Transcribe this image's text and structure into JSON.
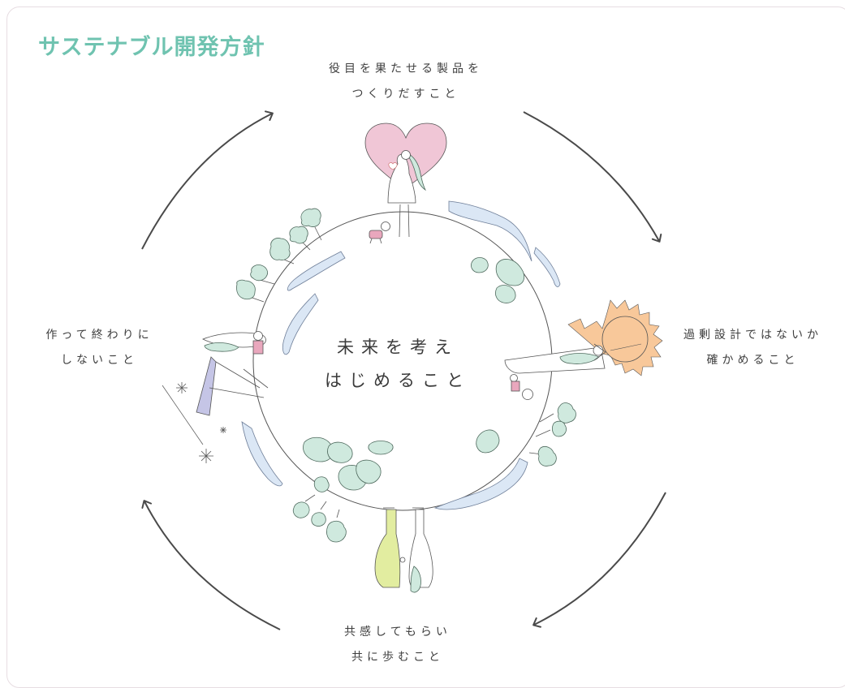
{
  "title": "サステナブル開発方針",
  "center": {
    "line1": "未来を考え",
    "line2": "はじめること"
  },
  "steps": {
    "top": {
      "line1": "役目を果たせる製品を",
      "line2": "つくりだすこと"
    },
    "right": {
      "line1": "過剰設計ではないか",
      "line2": "確かめること"
    },
    "bottom": {
      "line1": "共感してもらい",
      "line2": "共に歩むこと"
    },
    "left": {
      "line1": "作って終わりに",
      "line2": "しないこと"
    }
  },
  "colors": {
    "title": "#6fc3b0",
    "arrow": "#4a4a4a",
    "tree": "#cfe9de",
    "water": "#dbe7f5",
    "heart": "#f0c6d6",
    "sun": "#f8c89a",
    "lavender": "#c5c5e6",
    "lime": "#e2eda0"
  }
}
